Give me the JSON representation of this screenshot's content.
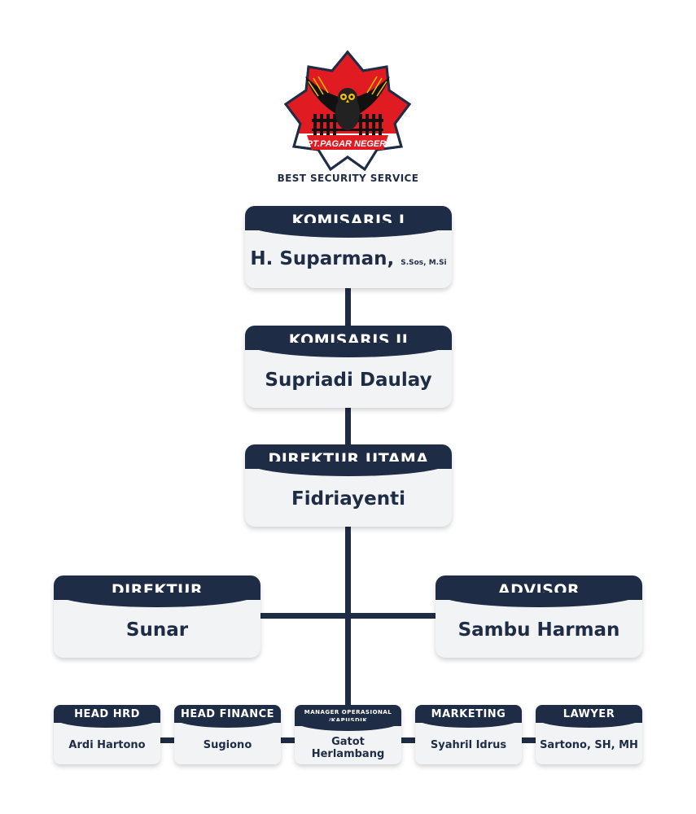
{
  "logo": {
    "brand_text": "PT.PAGAR NEGERI",
    "tagline": "BEST SECURITY SERVICE"
  },
  "komisaris1": {
    "title": "KOMISARIS I",
    "name": "H. Suparman,",
    "degree": "S.Sos, M.Si"
  },
  "komisaris2": {
    "title": "KOMISARIS II",
    "name": "Supriadi Daulay"
  },
  "direktur_utama": {
    "title": "DIREKTUR UTAMA",
    "name": "Fidriayenti"
  },
  "direktur": {
    "title": "DIREKTUR",
    "name": "Sunar"
  },
  "advisor": {
    "title": "ADVISOR",
    "name": "Sambu Harman"
  },
  "head_hrd": {
    "title": "HEAD HRD",
    "name": "Ardi Hartono"
  },
  "head_finance": {
    "title": "HEAD FINANCE",
    "name": "Sugiono"
  },
  "manager_ops": {
    "title_line1": "MANAGER OPERASIONAL",
    "title_line2": "/KAPUSDIK",
    "name_line1": "Gatot",
    "name_line2": "Herlambang"
  },
  "marketing": {
    "title": "MARKETING",
    "name": "Syahril Idrus"
  },
  "lawyer": {
    "title": "LAWYER",
    "name": "Sartono, SH, MH"
  },
  "colors": {
    "navy": "#1f2c45",
    "card_bg": "#f2f3f5",
    "logo_red": "#e11b22"
  }
}
